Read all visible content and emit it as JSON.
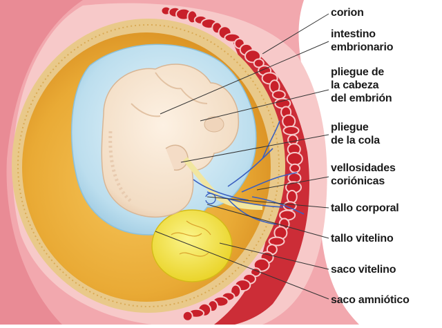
{
  "labels": {
    "corion": "corion",
    "intestino": [
      "intestino",
      "embrionario"
    ],
    "pliegue_cabeza": [
      "pliegue de",
      "la cabeza",
      "del embrión"
    ],
    "pliegue_cola": [
      "pliegue",
      "de la cola"
    ],
    "vellosidades": [
      "vellosidades",
      "coriónicas"
    ],
    "tallo_corporal": "tallo corporal",
    "tallo_vitelino": "tallo vitelino",
    "saco_vitelino": "saco vitelino",
    "saco_amniotico": "saco amniótico"
  },
  "colors": {
    "uterine_wall": "#f2a8ae",
    "decidua": "#f7c9c9",
    "chorion_rim": "#e9c98a",
    "villi": "#c8202a",
    "chorionic_cavity": "#e7ad3d",
    "amnion": "#bfe0ef",
    "embryo": "#f5e2cf",
    "yolk_sac": "#f3e84a",
    "vessels": "#3a5fc0"
  }
}
